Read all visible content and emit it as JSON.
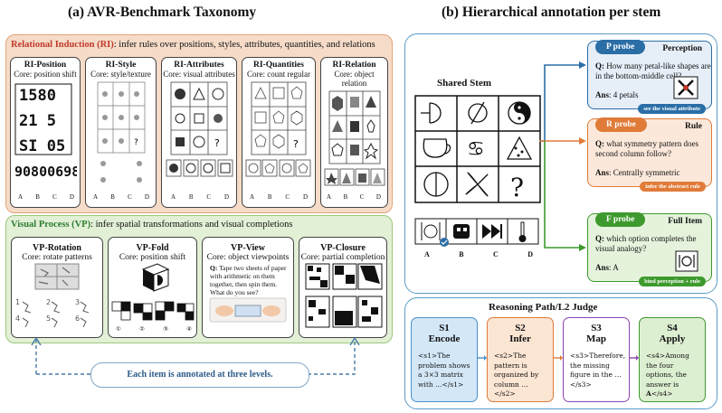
{
  "left_title": "(a) AVR-Benchmark Taxonomy",
  "right_title": "(b) Hierarchical annotation per stem",
  "ri": {
    "name": "Relational Induction (RI)",
    "desc": ": infer rules over positions, styles, attributes, quantities, and relations",
    "cards": [
      {
        "title": "RI-Position",
        "core": "Core: position shift",
        "options": [
          "A",
          "B",
          "C",
          "D"
        ]
      },
      {
        "title": "RI-Style",
        "core": "Core: style/texture",
        "options": [
          "A",
          "B",
          "C",
          "D"
        ]
      },
      {
        "title": "RI-Attributes",
        "core": "Core: visual attributes",
        "options": [
          "A",
          "B",
          "C",
          "D"
        ]
      },
      {
        "title": "RI-Quantities",
        "core": "Core: count regular",
        "options": [
          "A",
          "B",
          "C",
          "D"
        ]
      },
      {
        "title": "RI-Relation",
        "core": "Core: object relation",
        "options": [
          "A",
          "B",
          "C",
          "D"
        ]
      }
    ]
  },
  "vp": {
    "name": "Visual Process (VP)",
    "desc": ": infer spatial transformations and visual completions",
    "cards": [
      {
        "title": "VP-Rotation",
        "core": "Core: rotate patterns"
      },
      {
        "title": "VP-Fold",
        "core": "Core: position shift"
      },
      {
        "title": "VP-View",
        "core": "Core: object viewpoints",
        "q_label": "Q:",
        "q": "Tape two sheets of paper with arithmetic on them together, then spin them. What do you see?"
      },
      {
        "title": "VP-Closure",
        "core": "Core: partial completion"
      }
    ],
    "rotation_numbers": [
      "1",
      "2",
      "3",
      "4",
      "5",
      "6"
    ],
    "fold_numbers": [
      "①",
      "②",
      "③",
      "④"
    ]
  },
  "note": "Each item is annotated at three levels.",
  "stem": {
    "title": "Shared Stem",
    "options": [
      "A",
      "B",
      "C",
      "D"
    ]
  },
  "probes": [
    {
      "label": "P probe",
      "kind": "Perception",
      "q_label": "Q:",
      "q": "How many petal-like shapes are in the bottom-middle cell?",
      "a_label": "Ans",
      "a": ": 4 petals",
      "badge": "see the visual attribute",
      "color": "#2b6ea6"
    },
    {
      "label": "R probe",
      "kind": "Rule",
      "q_label": "Q:",
      "q": "what symmetry pattern does second column follow?",
      "a_label": "Ans",
      "a": ": Centrally symmetric",
      "badge": "infer the abstract rule",
      "color": "#e07b39"
    },
    {
      "label": "F probe",
      "kind": "Full Item",
      "q_label": "Q:",
      "q": "which option completes the visual analogy?",
      "a_label": "Ans",
      "a": ": A",
      "badge": "bind perception + rule",
      "color": "#3e9a2e"
    }
  ],
  "reasoning": {
    "title": "Reasoning Path/L2 Judge",
    "steps": [
      {
        "num": "S1",
        "label": "Encode",
        "text": "<s1>The problem shows a 3×3 matrix with …</s1>"
      },
      {
        "num": "S2",
        "label": "Infer",
        "text": "<s2>The pattern is organized by column …</s2>"
      },
      {
        "num": "S3",
        "label": "Map",
        "text": "<s3>Therefore, the missing figure in the …</s3>"
      },
      {
        "num": "S4",
        "label": "Apply",
        "text_pre": "<s4>Among the four options, the answer is ",
        "answer": "A",
        "text_post": "</s4>"
      }
    ]
  }
}
